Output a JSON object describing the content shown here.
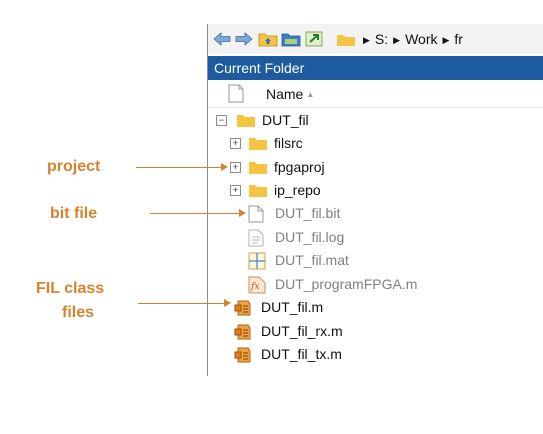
{
  "toolbar": {
    "icons": [
      "back-arrow-icon",
      "forward-arrow-icon",
      "up-folder-icon",
      "browse-folder-icon",
      "go-icon"
    ],
    "path": [
      "S:",
      "Work",
      "fr"
    ]
  },
  "panel": {
    "title": "Current Folder",
    "column_name": "Name"
  },
  "tree": {
    "root": "DUT_fil",
    "folders": [
      "filsrc",
      "fpgaproj",
      "ip_repo"
    ],
    "files": [
      "DUT_fil.bit",
      "DUT_fil.log",
      "DUT_fil.mat",
      "DUT_programFPGA.m"
    ],
    "class_files": [
      "DUT_fil.m",
      "DUT_fil_rx.m",
      "DUT_fil_tx.m"
    ]
  },
  "annotations": {
    "project": "project",
    "bit_file": "bit file",
    "fil_class_line1": "FIL class",
    "fil_class_line2": "files"
  },
  "colors": {
    "accent": "#1e5aa0",
    "annotation": "#d6822e",
    "folder": "#f5c542"
  }
}
